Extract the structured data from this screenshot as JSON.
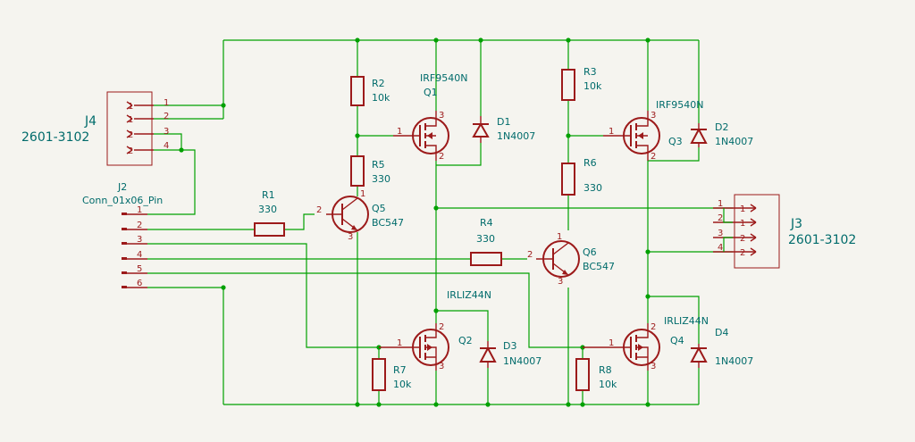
{
  "components": {
    "j4": {
      "ref": "J4",
      "value": "2601-3102",
      "pins": [
        "1",
        "2",
        "3",
        "4"
      ],
      "inner": [
        "1",
        "1",
        "2",
        "2"
      ]
    },
    "j3": {
      "ref": "J3",
      "value": "2601-3102",
      "pins": [
        "1",
        "2",
        "3",
        "4"
      ],
      "inner": [
        "1",
        "1",
        "2",
        "2"
      ]
    },
    "j2": {
      "ref": "J2",
      "value": "Conn_01x06_Pin",
      "pins": [
        "1",
        "2",
        "3",
        "4",
        "5",
        "6"
      ]
    },
    "r1": {
      "ref": "R1",
      "value": "330",
      "pins": [
        "2"
      ]
    },
    "r2": {
      "ref": "R2",
      "value": "10k"
    },
    "r3": {
      "ref": "R3",
      "value": "10k"
    },
    "r4": {
      "ref": "R4",
      "value": "330",
      "pins": [
        "2"
      ]
    },
    "r5": {
      "ref": "R5",
      "value": "330"
    },
    "r6": {
      "ref": "R6",
      "value": "330"
    },
    "r7": {
      "ref": "R7",
      "value": "10k"
    },
    "r8": {
      "ref": "R8",
      "value": "10k"
    },
    "q1": {
      "ref": "Q1",
      "value": "IRF9540N",
      "pins": [
        "1",
        "3",
        "2"
      ]
    },
    "q2": {
      "ref": "Q2",
      "value": "IRLIZ44N",
      "pins": [
        "1",
        "2",
        "3"
      ]
    },
    "q3": {
      "ref": "Q3",
      "value": "IRF9540N",
      "pins": [
        "1",
        "3",
        "2"
      ]
    },
    "q4": {
      "ref": "Q4",
      "value": "IRLIZ44N",
      "pins": [
        "1",
        "2",
        "3"
      ]
    },
    "q5": {
      "ref": "Q5",
      "value": "BC547",
      "pins": [
        "1",
        "3"
      ]
    },
    "q6": {
      "ref": "Q6",
      "value": "BC547",
      "pins": [
        "1",
        "3"
      ]
    },
    "d1": {
      "ref": "D1",
      "value": "1N4007"
    },
    "d2": {
      "ref": "D2",
      "value": "1N4007"
    },
    "d3": {
      "ref": "D3",
      "value": "1N4007"
    },
    "d4": {
      "ref": "D4",
      "value": "1N4007"
    }
  },
  "colors": {
    "wire": "#00a000",
    "part": "#9c1a1a",
    "label": "#006b6b",
    "background": "#f5f4ef"
  }
}
